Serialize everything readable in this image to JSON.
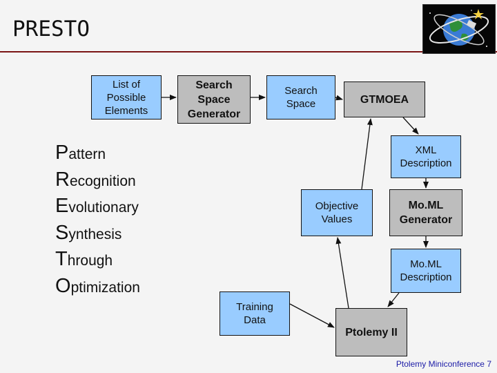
{
  "slide": {
    "title": "PRESTO",
    "footer": "Ptolemy Miniconference 7",
    "accent_color": "#7a1414",
    "logo": "globe-satellite-logo"
  },
  "diagram": {
    "nodes": {
      "list_of_elements": "List of\nPossible\nElements",
      "search_space_generator": "Search\nSpace\nGenerator",
      "search_space": "Search\nSpace",
      "gtmoea": "GTMOEA",
      "xml_description": "XML\nDescription",
      "objective_values": "Objective\nValues",
      "moml_generator": "Mo.ML\nGenerator",
      "moml_description": "Mo.ML\nDescription",
      "training_data": "Training\nData",
      "ptolemy": "Ptolemy II"
    },
    "node_colors": {
      "data": "#99ccff",
      "process": "#bdbdbd"
    }
  },
  "acronym": [
    {
      "first": "P",
      "rest": "attern"
    },
    {
      "first": "R",
      "rest": "ecognition"
    },
    {
      "first": "E",
      "rest": "volutionary"
    },
    {
      "first": "S",
      "rest": "ynthesis"
    },
    {
      "first": "T",
      "rest": "hrough"
    },
    {
      "first": "O",
      "rest": "ptimization"
    }
  ]
}
